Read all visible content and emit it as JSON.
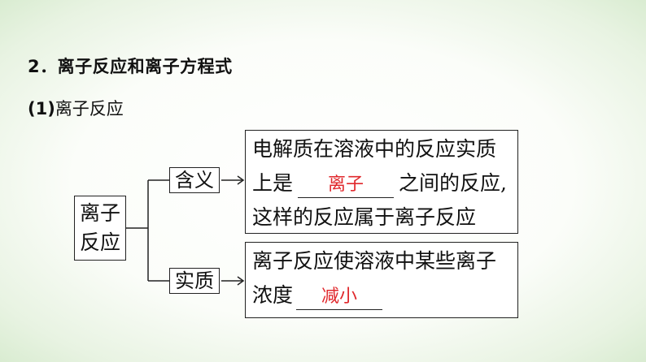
{
  "heading": "2．离子反应和离子方程式",
  "subheading": {
    "num": "(1)",
    "text": "离子反应"
  },
  "root": {
    "line1": "离子",
    "line2": "反应"
  },
  "branches": {
    "meaning_label": "含义",
    "essence_label": "实质"
  },
  "meaning": {
    "line1": "电解质在溶液中的反应实质",
    "line2_pre": "上是",
    "answer": "离子",
    "line2_post": "之间的反应,",
    "line3": "这样的反应属于离子反应"
  },
  "essence": {
    "line1": "离子反应使溶液中某些离子",
    "line2_pre": "浓度",
    "answer": "减小"
  },
  "colors": {
    "answer": "#e0282c",
    "border": "#222222"
  }
}
